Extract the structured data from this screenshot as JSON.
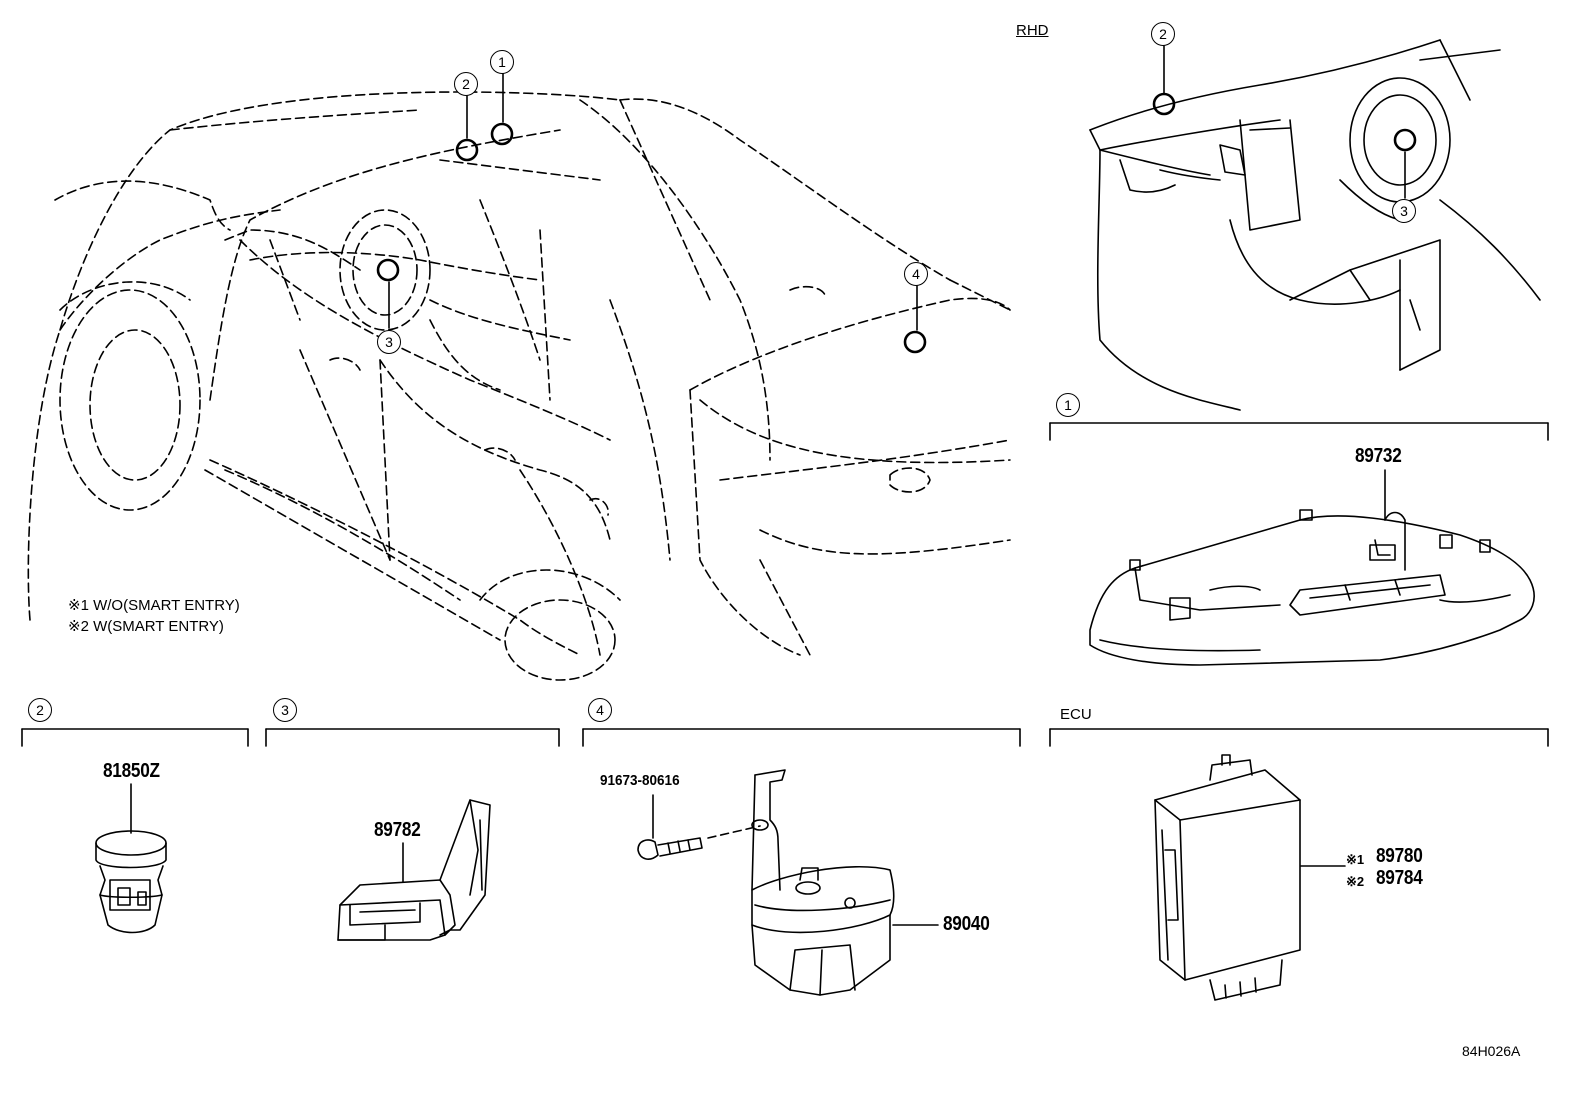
{
  "callouts": {
    "c1": "1",
    "c2": "2",
    "c3": "3",
    "c4": "4"
  },
  "rhd_label": "RHD",
  "notes": [
    "※1 W/O(SMART ENTRY)",
    "※2 W(SMART ENTRY)"
  ],
  "sections": {
    "s1": {
      "number": "1",
      "part": "89732"
    },
    "s2": {
      "number": "2",
      "part": "81850Z"
    },
    "s3": {
      "number": "3",
      "part": "89782"
    },
    "s4": {
      "number": "4",
      "parts": [
        "91673-80616",
        "89040"
      ]
    },
    "ecu": {
      "label": "ECU",
      "marks": [
        "※1",
        "※2"
      ],
      "parts": [
        "89780",
        "89784"
      ]
    }
  },
  "figure_ref": "84H026A"
}
